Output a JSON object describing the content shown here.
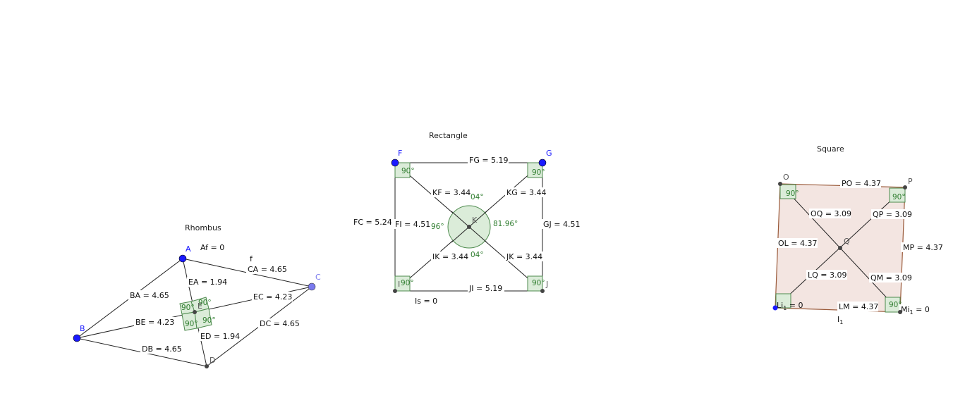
{
  "colors": {
    "free_point": "#1a1aff",
    "dependent_point": "#444444",
    "light_point": "#7a7aee",
    "angle_text": "#2f7d2f",
    "angle_fill": "#dbecd9",
    "square_fill": "#f3e5e1",
    "square_edge": "#9a5a3a"
  },
  "rhombus": {
    "title": "Rhombus",
    "points": {
      "A": "A",
      "B": "B",
      "C": "C",
      "D": "D",
      "E": "E"
    },
    "labels": {
      "af": "Af = 0",
      "f": "f",
      "ca": "CA = 4.65",
      "ba": "BA = 4.65",
      "ea": "EA = 1.94",
      "ec": "EC = 4.23",
      "be": "BE = 4.23",
      "dc": "DC = 4.65",
      "ed": "ED = 1.94",
      "db": "DB = 4.65"
    },
    "angles": [
      "90°",
      "90°",
      "90°",
      "90°"
    ]
  },
  "rectangle": {
    "title": "Rectangle",
    "points": {
      "F": "F",
      "G": "G",
      "I": "I",
      "J": "J",
      "K": "K"
    },
    "labels": {
      "fg": "FG = 5.19",
      "fc": "FC = 5.24",
      "fi": "FI = 4.51",
      "gj": "GJ = 4.51",
      "kf": "KF = 3.44",
      "kg": "KG = 3.44",
      "ik": "IK = 3.44",
      "jk": "JK = 3.44",
      "ji": "JI = 5.19",
      "is": "Is = 0"
    },
    "angles": {
      "corner_f": "90°",
      "corner_g": "90°",
      "corner_i": "90°",
      "corner_j": "90°",
      "top": "04°",
      "left": "96°",
      "right": "81.96°",
      "bottom": "04°"
    }
  },
  "square": {
    "title": "Square",
    "points": {
      "O": "O",
      "P": "P",
      "Q": "Q",
      "L": "L",
      "M": "M"
    },
    "labels": {
      "po": "PO = 4.37",
      "oq": "OQ = 3.09",
      "qp": "QP = 3.09",
      "ol": "OL = 4.37",
      "mp": "MP = 4.37",
      "lq": "LQ = 3.09",
      "qm": "QM = 3.09",
      "li": "Li",
      "li_sub": "1",
      "li_val": " = 0",
      "lm": "LM = 4.37",
      "mi": "Mi",
      "mi_sub": "1",
      "mi_val": " = 0",
      "i1": "I",
      "i1_sub": "1"
    },
    "angles": [
      "90°",
      "90°",
      "90°"
    ]
  }
}
